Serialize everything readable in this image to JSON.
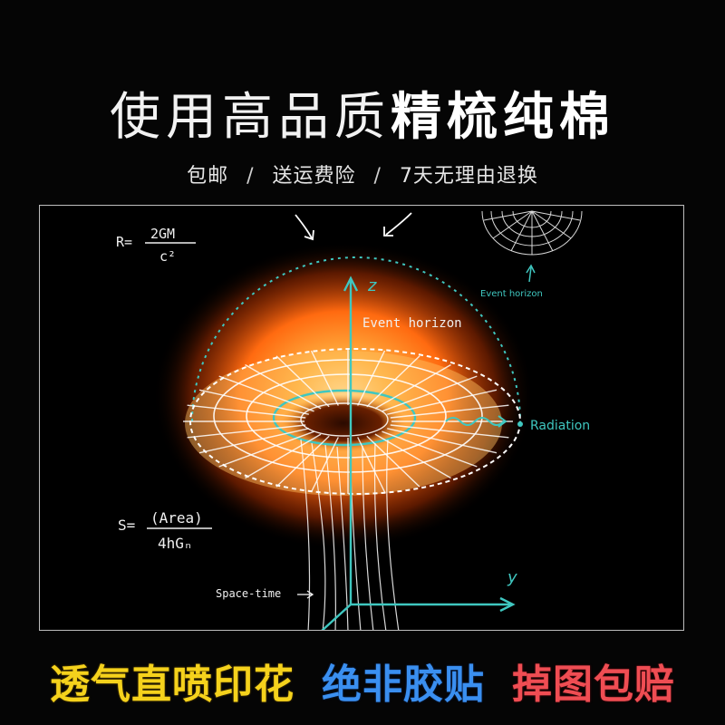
{
  "header": {
    "title_normal": "使用高品质",
    "title_bold": "精梳纯棉",
    "subtitle_items": [
      "包邮",
      "送运费险",
      "7天无理由退换"
    ],
    "subtitle_separator": "/"
  },
  "artwork": {
    "formula_r_left": "R=",
    "formula_r_num": "2GM",
    "formula_r_den": "c²",
    "formula_s_left": "S=",
    "formula_s_num": "(Area)",
    "formula_s_den": "4hGₙ",
    "label_event_horizon": "Event horizon",
    "label_event_horizon_small": "Event horizon",
    "label_radiation": "Radiation",
    "label_spacetime": "Space-time",
    "axis_z": "z",
    "axis_y": "y",
    "colors": {
      "teal": "#3fc7c0",
      "glow": "#ff7a1a",
      "chalk": "#f0f0f0"
    }
  },
  "footer": {
    "tag1": "透气直喷印花",
    "tag2": "绝非胶贴",
    "tag3": "掉图包赔",
    "colors": {
      "tag1": "#f5d21c",
      "tag2": "#3a8ff0",
      "tag3": "#ef4d53"
    }
  }
}
